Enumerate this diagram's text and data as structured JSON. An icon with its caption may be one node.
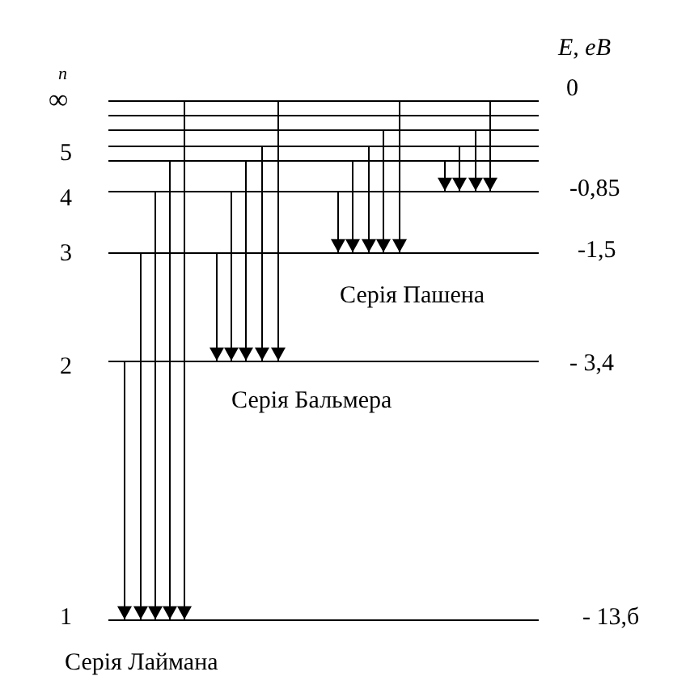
{
  "diagram": {
    "nodes": [
      {
        "text": [],
        "shape": "bar",
        "beside": [
          "∞",
          "0"
        ]
      },
      {
        "text": [],
        "shape": "bar"
      },
      {
        "text": [],
        "shape": "bar"
      },
      {
        "text": [],
        "shape": "bar"
      },
      {
        "text": [],
        "shape": "bar",
        "beside": [
          "5"
        ]
      },
      {
        "text": [],
        "shape": "bar",
        "beside": [
          "4",
          "-0,85"
        ]
      },
      {
        "text": [],
        "shape": "bar",
        "beside": [
          "3",
          "-1,5"
        ]
      },
      {
        "text": [],
        "shape": "bar",
        "beside": [
          "2",
          "- 3,4"
        ]
      },
      {
        "text": [],
        "shape": "bar",
        "beside": [
          "1",
          "- 13,б"
        ]
      }
    ],
    "edges": [
      {
        "from": 7,
        "to": 8,
        "arrow": "to"
      },
      {
        "from": 6,
        "to": 8,
        "arrow": "to"
      },
      {
        "from": 5,
        "to": 8,
        "arrow": "to"
      },
      {
        "from": 4,
        "to": 8,
        "arrow": "to"
      },
      {
        "from": 0,
        "to": 8,
        "arrow": "to"
      },
      {
        "from": 6,
        "to": 7,
        "arrow": "to"
      },
      {
        "from": 5,
        "to": 7,
        "arrow": "to"
      },
      {
        "from": 4,
        "to": 7,
        "arrow": "to"
      },
      {
        "from": 3,
        "to": 7,
        "arrow": "to"
      },
      {
        "from": 0,
        "to": 7,
        "arrow": "to"
      },
      {
        "from": 5,
        "to": 6,
        "arrow": "to"
      },
      {
        "from": 4,
        "to": 6,
        "arrow": "to"
      },
      {
        "from": 3,
        "to": 6,
        "arrow": "to"
      },
      {
        "from": 2,
        "to": 6,
        "arrow": "to"
      },
      {
        "from": 0,
        "to": 6,
        "arrow": "to"
      },
      {
        "from": 4,
        "to": 5,
        "arrow": "to"
      },
      {
        "from": 3,
        "to": 5,
        "arrow": "to"
      },
      {
        "from": 2,
        "to": 5,
        "arrow": "to"
      },
      {
        "from": 0,
        "to": 5,
        "arrow": "to"
      }
    ],
    "labels": [
      "E, eB",
      "n",
      "Серія Пашена",
      "Серія Бальмера",
      "Серія Лаймана"
    ]
  }
}
